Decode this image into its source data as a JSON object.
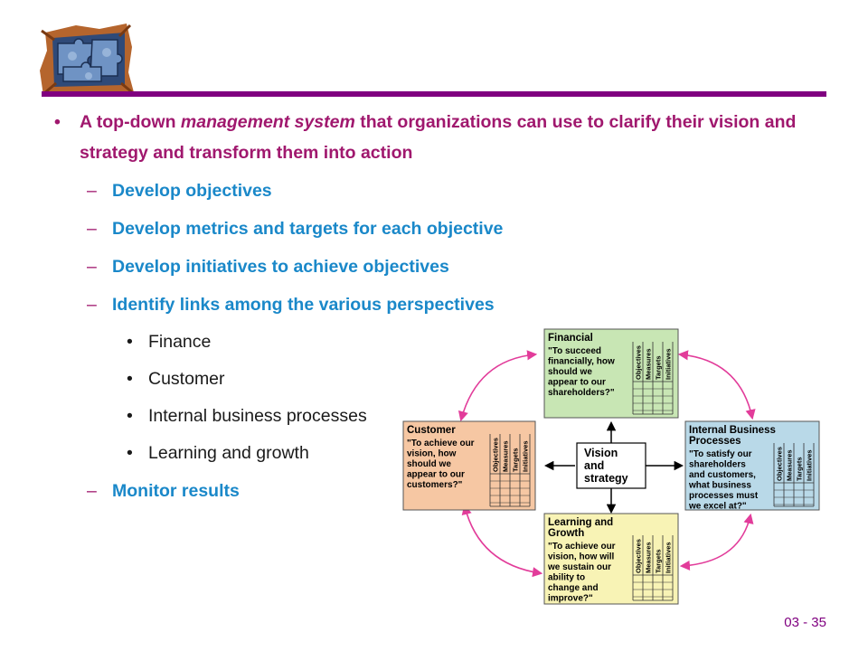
{
  "main_bullet": {
    "pre": "A top-down ",
    "em": "management system",
    "post": " that organizations can use to clarify their vision and strategy and transform them into action"
  },
  "sub_items": [
    "Develop objectives",
    "Develop metrics and targets for each objective",
    "Develop initiatives to achieve objectives",
    "Identify links among the various perspectives"
  ],
  "perspectives": [
    "Finance",
    "Customer",
    "Internal business processes",
    "Learning and growth"
  ],
  "last_item": "Monitor results",
  "page_number": "03 - 35",
  "diagram": {
    "center": [
      "Vision",
      "and",
      "strategy"
    ],
    "columns": [
      "Objectives",
      "Measures",
      "Targets",
      "Initiatives"
    ],
    "boxes": {
      "financial": {
        "title": [
          "Financial"
        ],
        "question": [
          "\"To succeed",
          "financially, how",
          "should we",
          "appear to our",
          "shareholders?\""
        ],
        "color": "#c8e6b4"
      },
      "customer": {
        "title": [
          "Customer"
        ],
        "question": [
          "\"To achieve our",
          "vision, how",
          "should we",
          "appear to our",
          "customers?\""
        ],
        "color": "#f6c7a3"
      },
      "internal": {
        "title": [
          "Internal Business",
          "Processes"
        ],
        "question": [
          "\"To satisfy our",
          "shareholders",
          "and customers,",
          "what business",
          "processes must",
          "we excel at?\""
        ],
        "color": "#b9d9e8"
      },
      "learning": {
        "title": [
          "Learning and",
          "Growth"
        ],
        "question": [
          "\"To achieve our",
          "vision, how will",
          "we sustain our",
          "ability to",
          "change and",
          "improve?\""
        ],
        "color": "#f8f3b5"
      }
    },
    "arrow_color": "#e23c9a"
  }
}
